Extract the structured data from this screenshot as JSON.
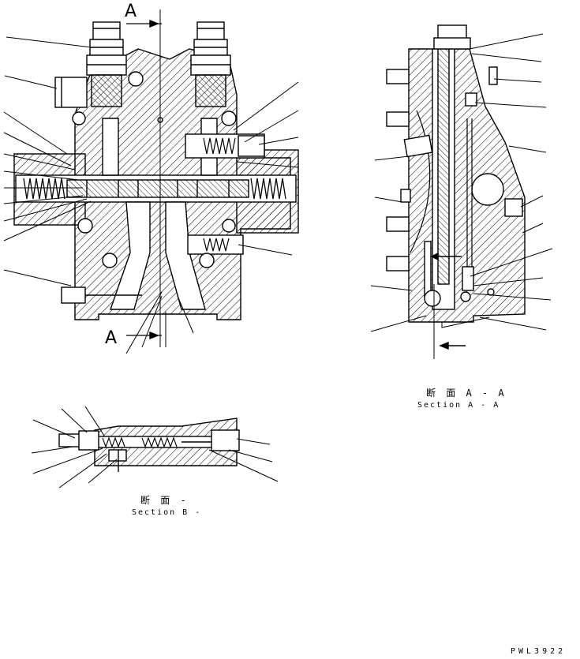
{
  "section_marks": {
    "top": "A",
    "bottom": "A"
  },
  "section_aa": {
    "jp": "断 面 A - A",
    "en": "Section A - A"
  },
  "section_b": {
    "jp": "断 面   -",
    "en": "Section B -"
  },
  "drawing_code": "PWL3922",
  "colors": {
    "line": "#000000",
    "background": "#ffffff"
  }
}
